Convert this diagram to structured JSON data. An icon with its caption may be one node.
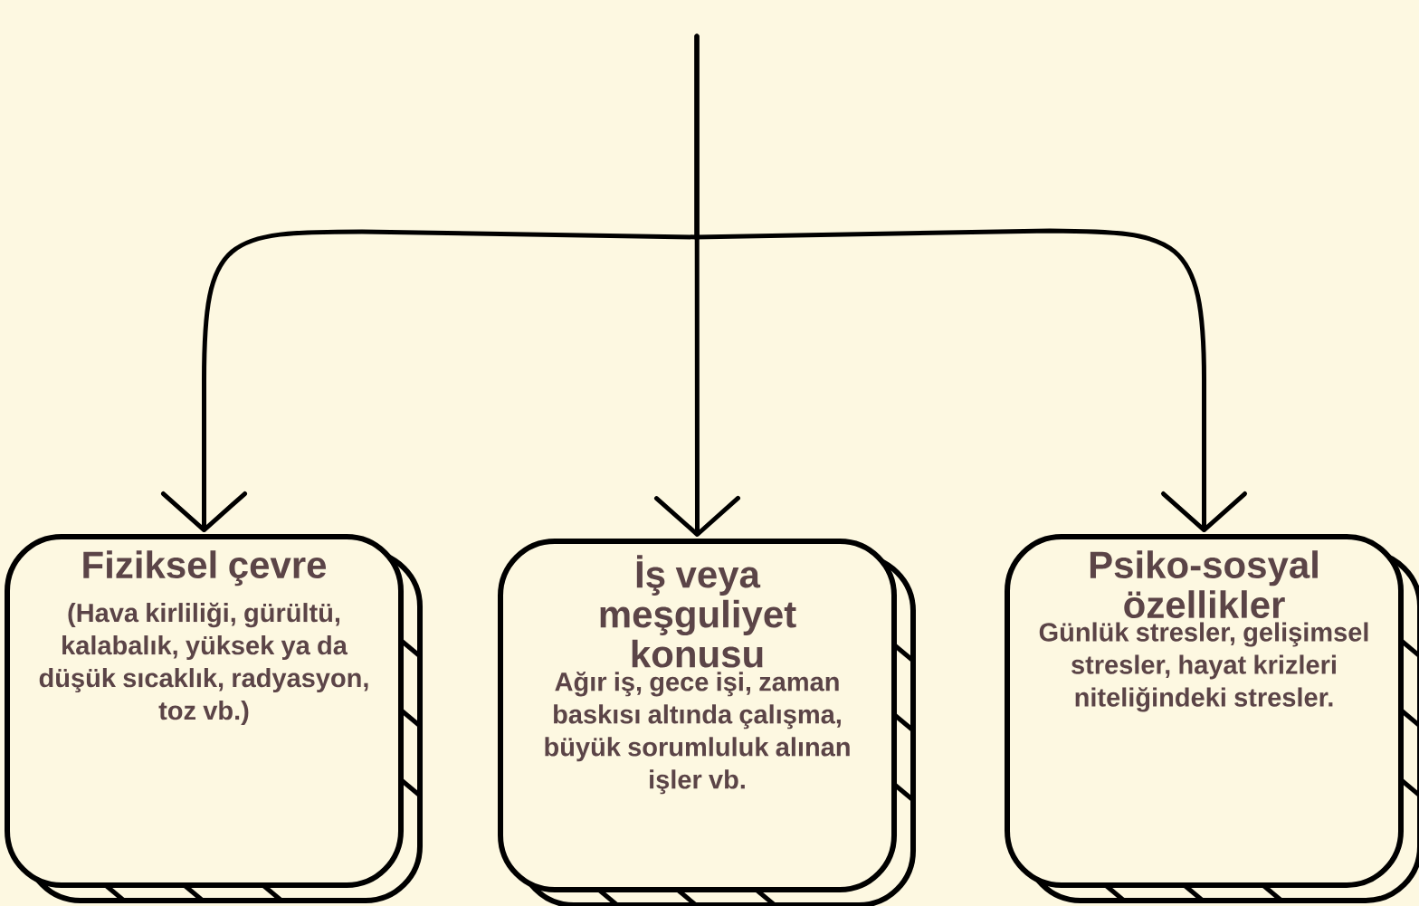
{
  "diagram": {
    "nodes": [
      {
        "text": [
          "Fiziksel çevre",
          "(Hava kirliliği, gürültü, kalabalık, yüksek ya da düşük sıcaklık, radyasyon, toz vb.)"
        ]
      },
      {
        "text": [
          "İş veya meşguliyet konusu",
          "Ağır iş, gece işi, zaman baskısı altında çalışma, büyük sorumluluk alınan işler vb."
        ]
      },
      {
        "text": [
          "Psiko-sosyal özellikler",
          "Günlük stresler, gelişimsel stresler, hayat krizleri niteliğindeki stresler."
        ]
      }
    ],
    "edges": [
      {
        "from": null,
        "to": 0,
        "arrow": "to"
      },
      {
        "from": null,
        "to": 1,
        "arrow": "to"
      },
      {
        "from": null,
        "to": 2,
        "arrow": "to"
      }
    ]
  }
}
